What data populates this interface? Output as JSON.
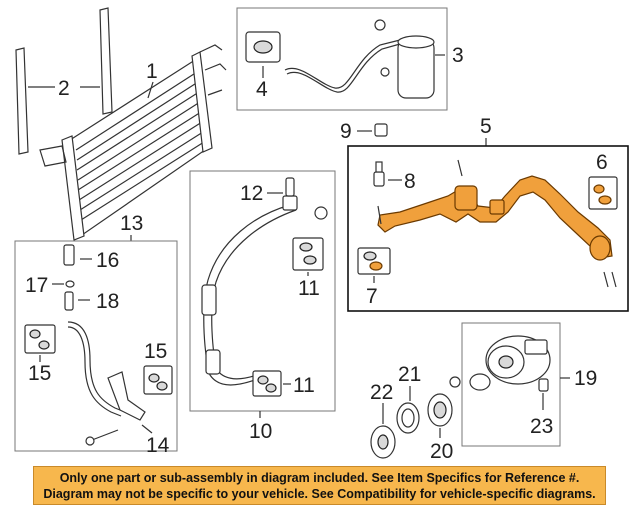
{
  "callouts": {
    "c1": "1",
    "c2": "2",
    "c3": "3",
    "c4": "4",
    "c5": "5",
    "c6": "6",
    "c7": "7",
    "c8": "8",
    "c9": "9",
    "c10": "10",
    "c11a": "11",
    "c11b": "11",
    "c12": "12",
    "c13": "13",
    "c14": "14",
    "c15a": "15",
    "c15b": "15",
    "c16": "16",
    "c17": "17",
    "c18": "18",
    "c19": "19",
    "c20": "20",
    "c21": "21",
    "c22": "22",
    "c23": "23"
  },
  "disclaimer": {
    "line1": "Only one part or sub-assembly in diagram included. See Item Specifics for Reference #.",
    "line2": "Diagram may not be specific to your vehicle. See Compatibility for vehicle-specific diagrams."
  },
  "colors": {
    "highlight": "#f0a03c",
    "banner": "#f7b74d"
  }
}
